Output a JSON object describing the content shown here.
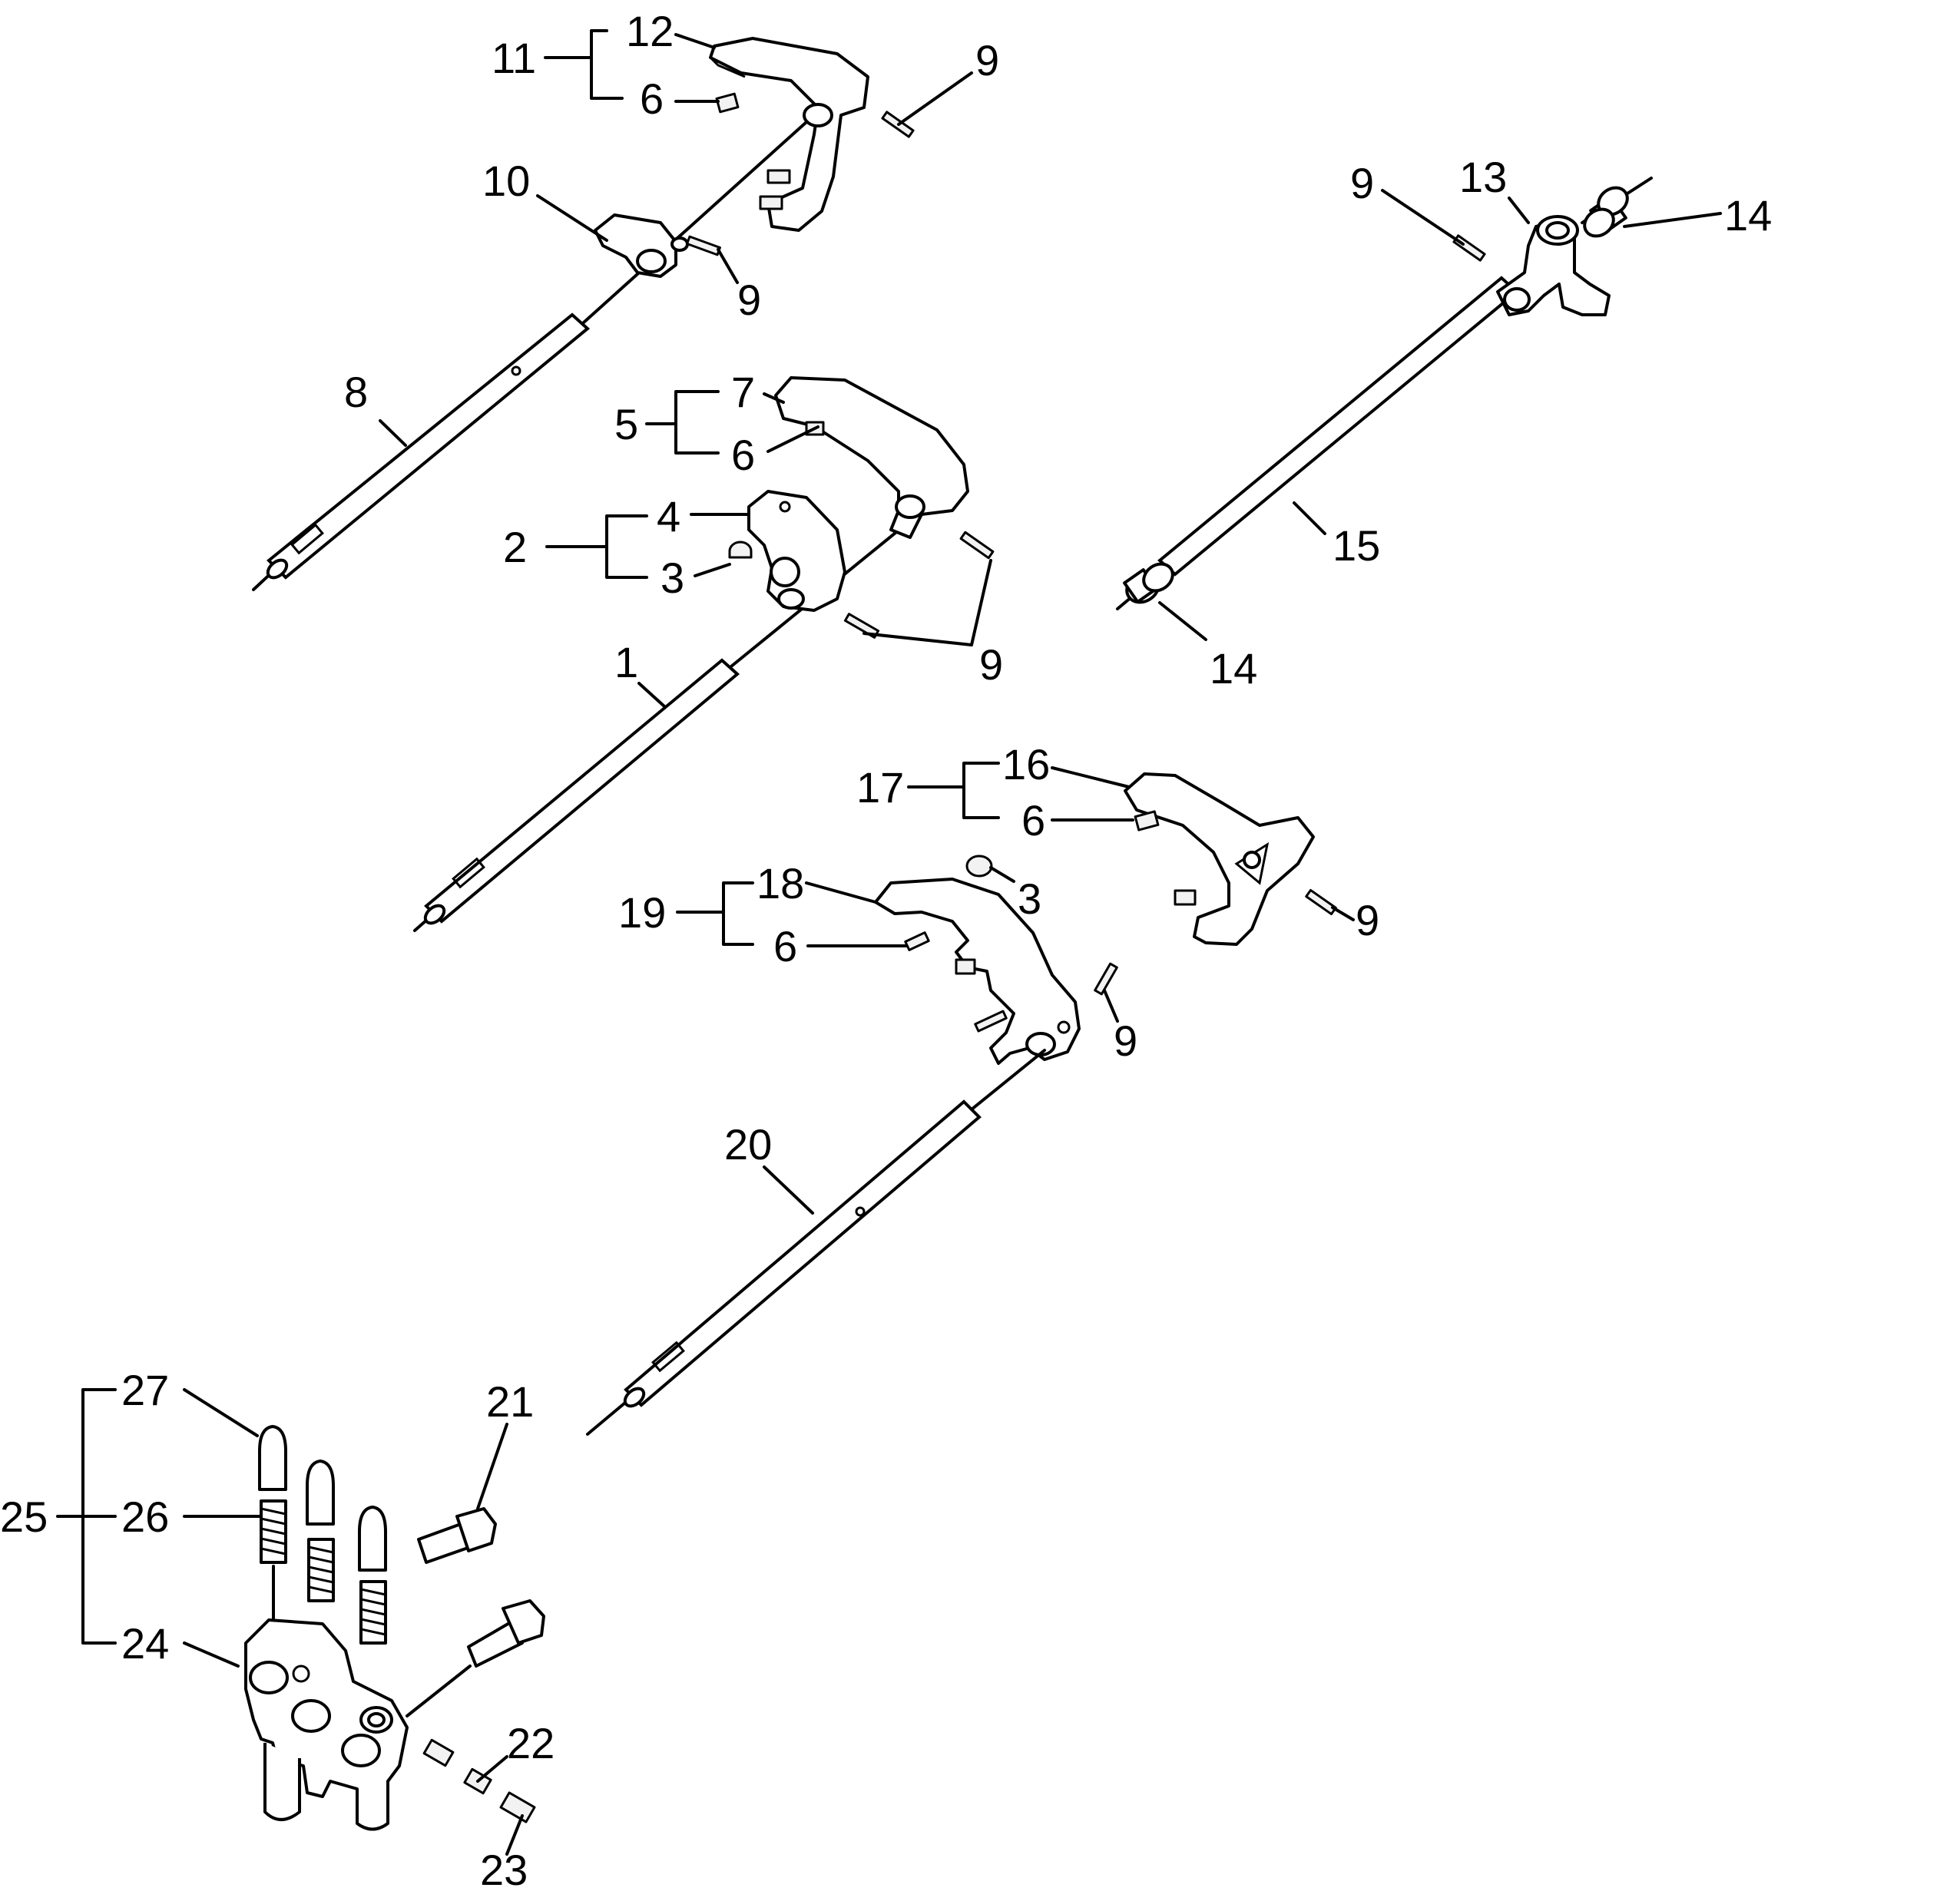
{
  "callouts": {
    "c1": "1",
    "c2": "2",
    "c3a": "3",
    "c3b": "3",
    "c4": "4",
    "c5": "5",
    "c6a": "6",
    "c6b": "6",
    "c6c": "6",
    "c6d": "6",
    "c7": "7",
    "c8": "8",
    "c9a": "9",
    "c9b": "9",
    "c9c": "9",
    "c9d": "9",
    "c9e": "9",
    "c9f": "9",
    "c10": "10",
    "c11": "11",
    "c12": "12",
    "c13": "13",
    "c14a": "14",
    "c14b": "14",
    "c15": "15",
    "c16": "16",
    "c17": "17",
    "c18": "18",
    "c19": "19",
    "c20": "20",
    "c21": "21",
    "c22": "22",
    "c23": "23",
    "c24": "24",
    "c25": "25",
    "c26": "26",
    "c27": "27"
  }
}
